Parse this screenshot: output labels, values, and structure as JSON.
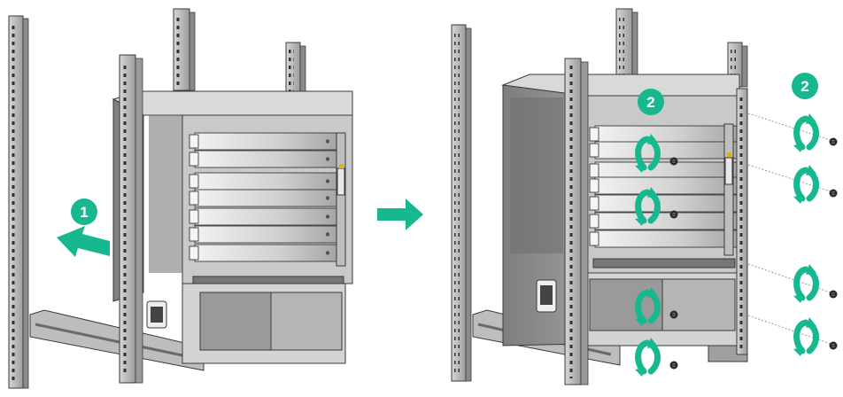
{
  "figure": {
    "step_one_label": "1",
    "step_two_label": "2",
    "step_two_callout_label": "2"
  },
  "colors": {
    "accent": "#17b890",
    "accent_dark": "#0e8c6c",
    "chassis_top": "#d9d9d9",
    "chassis_side": "#8c8c8c",
    "chassis_front": "#c9c9c9",
    "rail": "#c8c8c8",
    "rail_shadow": "#8a8a8a",
    "outline": "#3a3a3a",
    "white": "#ffffff"
  },
  "icons": [
    "arrow-left-icon",
    "arrow-right-icon",
    "rotate-clockwise-icon",
    "screw-icon",
    "cabinet-rack-icon",
    "device-chassis-icon"
  ]
}
